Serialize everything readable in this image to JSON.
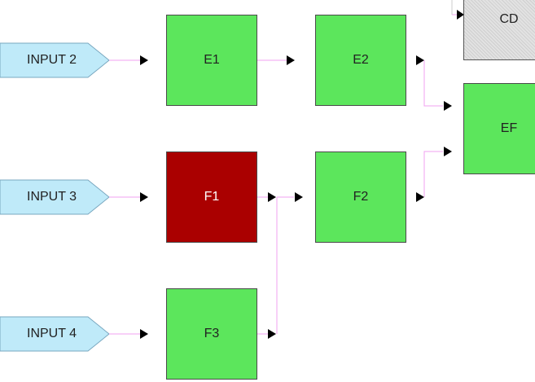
{
  "diagram": {
    "inputs": [
      {
        "id": "input-2",
        "label": "INPUT 2"
      },
      {
        "id": "input-3",
        "label": "INPUT 3"
      },
      {
        "id": "input-4",
        "label": "INPUT 4"
      }
    ],
    "blocks": [
      {
        "id": "E1",
        "label": "E1",
        "state": "normal"
      },
      {
        "id": "E2",
        "label": "E2",
        "state": "normal"
      },
      {
        "id": "F1",
        "label": "F1",
        "state": "alarm"
      },
      {
        "id": "F2",
        "label": "F2",
        "state": "normal"
      },
      {
        "id": "F3",
        "label": "F3",
        "state": "normal"
      },
      {
        "id": "EF",
        "label": "EF",
        "state": "normal"
      },
      {
        "id": "CD",
        "label": "CD",
        "state": "inactive"
      }
    ],
    "colors": {
      "normal_block": "#5ce65c",
      "alarm_block": "#aa0000",
      "input_fill": "#bfeaf9",
      "wire": "#f0a0f0",
      "arrow": "#000000"
    }
  }
}
